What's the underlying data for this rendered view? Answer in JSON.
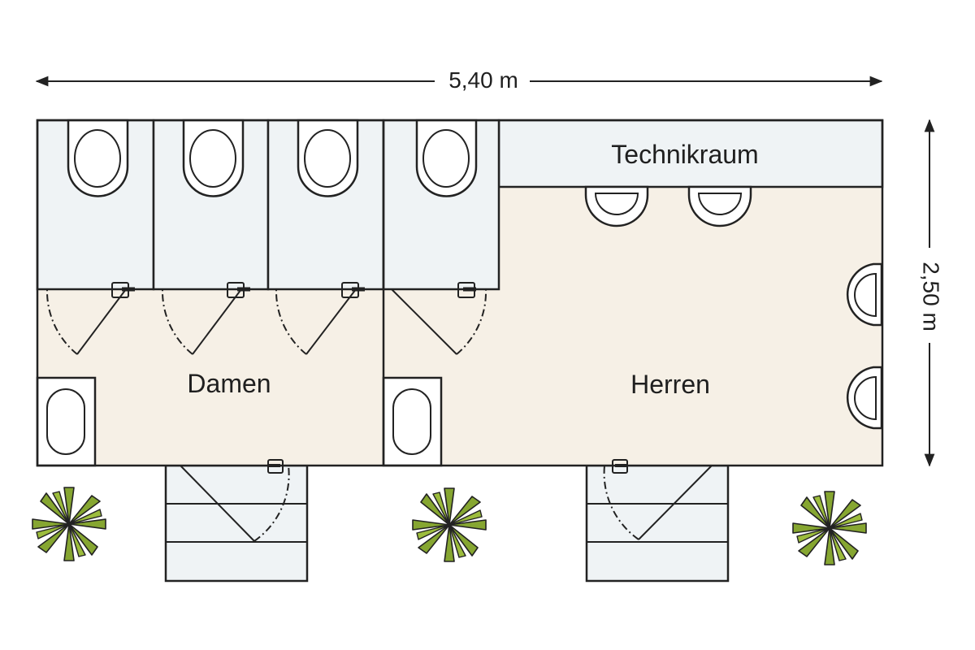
{
  "dimensions": {
    "width_label": "5,40 m",
    "height_label": "2,50 m"
  },
  "rooms": {
    "technik": "Technikraum",
    "damen": "Damen",
    "herren": "Herren"
  },
  "colors": {
    "floor": "#f6f0e6",
    "cabin": "#eff3f5",
    "wall": "#222222",
    "plant_leaf": "#86a631"
  }
}
